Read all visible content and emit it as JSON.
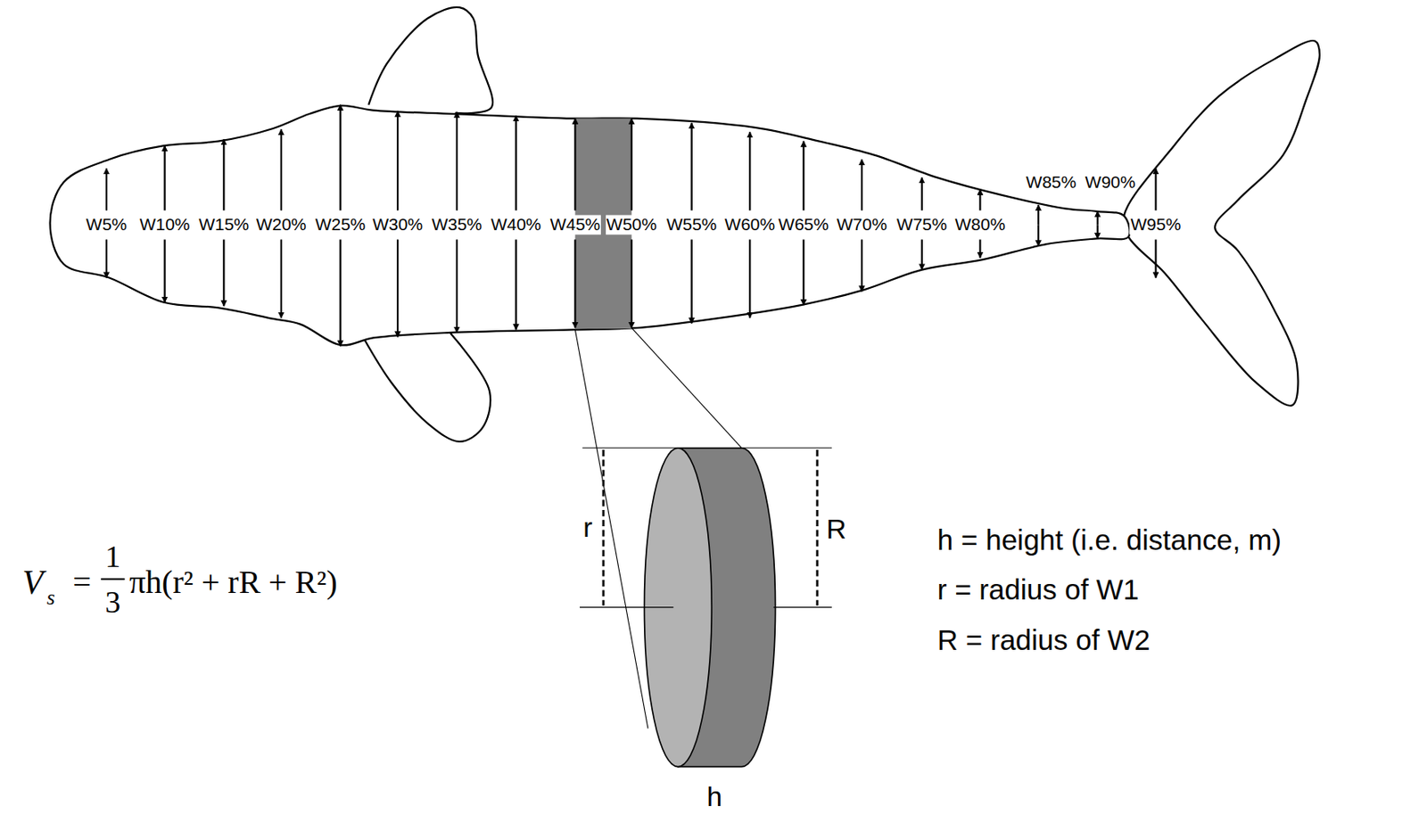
{
  "diagram": {
    "labels": [
      "W5%",
      "W10%",
      "W15%",
      "W20%",
      "W25%",
      "W30%",
      "W35%",
      "W40%",
      "W45%",
      "W50%",
      "W55%",
      "W60%",
      "W65%",
      "W70%",
      "W75%",
      "W80%",
      "W85%",
      "W90%",
      "W95%",
      "r",
      "R",
      "h",
      "V",
      "s",
      "=",
      "1",
      "3",
      "πh(r² + rR + R²)",
      "h = height (i.e. distance, m)",
      "r = radius of W1",
      "R = radius of W2"
    ]
  }
}
